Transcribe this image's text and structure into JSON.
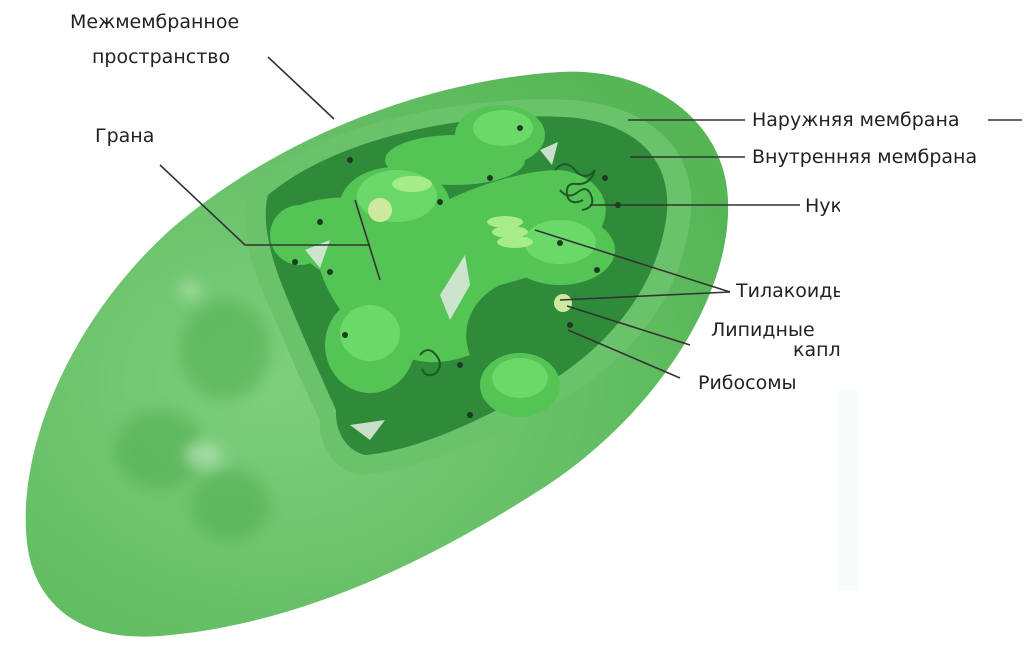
{
  "labels": {
    "intermembrane_line1": "Межмембранное",
    "intermembrane_line2": "пространство",
    "grana": "Грана",
    "outer_membrane": "Наружняя мембрана",
    "inner_membrane": "Внутренняя мембрана",
    "nucleoid": "Нуклеоид",
    "thylakoids": "Тилакоиды",
    "lipid_line1": "Липидные",
    "lipid_line2": "капли",
    "ribosomes": "Рибосомы"
  },
  "colors": {
    "outer_body": "#5cbd5c",
    "outer_highlight": "#7ccc7c",
    "intermembrane": "#6fc56f",
    "stroma": "#2f8a3a",
    "granum": "#4ec94e",
    "granum_light": "#8fe08f",
    "lipid": "#c9e69a",
    "ribosome": "#1d3b20",
    "leader_line": "#333333"
  }
}
